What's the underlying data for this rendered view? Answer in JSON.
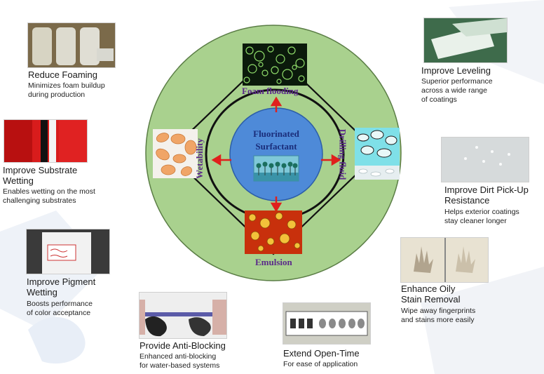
{
  "center": {
    "line1": "Fluorinated",
    "line2": "Surfactant"
  },
  "applications": {
    "top": "Foam flooding",
    "right": "Drilling fluid",
    "bottom": "Emulsion",
    "left": "Wetability"
  },
  "features": [
    {
      "title": "Reduce Foaming",
      "desc": [
        "Minimizes foam buildup",
        "during production"
      ]
    },
    {
      "title": "Improve Leveling",
      "desc": [
        "Superior performance",
        "across a wide range",
        "of coatings"
      ]
    },
    {
      "title": "Improve Substrate",
      "title2": "Wetting",
      "desc": [
        "Enables wetting on the most",
        "challenging substrates"
      ]
    },
    {
      "title": "Improve Dirt Pick-Up",
      "title2": "Resistance",
      "desc": [
        "Helps exterior coatings",
        "stay cleaner longer"
      ]
    },
    {
      "title": "Improve Pigment",
      "title2": "Wetting",
      "desc": [
        "Boosts performance",
        "of color acceptance"
      ]
    },
    {
      "title": "Enhance Oily",
      "title2": "Stain Removal",
      "desc": [
        "Wipe away fingerprints",
        "and stains more easily"
      ]
    },
    {
      "title": "Provide Anti-Blocking",
      "desc": [
        "Enhanced anti-blocking",
        "for water-based systems"
      ]
    },
    {
      "title": "Extend Open-Time",
      "desc": [
        "For ease of application"
      ]
    }
  ],
  "colors": {
    "outer_circle": "#a9d18e",
    "inner_circle": "#4e8ad8",
    "arrow": "#e0201c",
    "label": "#5b2a8a",
    "center_text": "#1a2d7a"
  }
}
